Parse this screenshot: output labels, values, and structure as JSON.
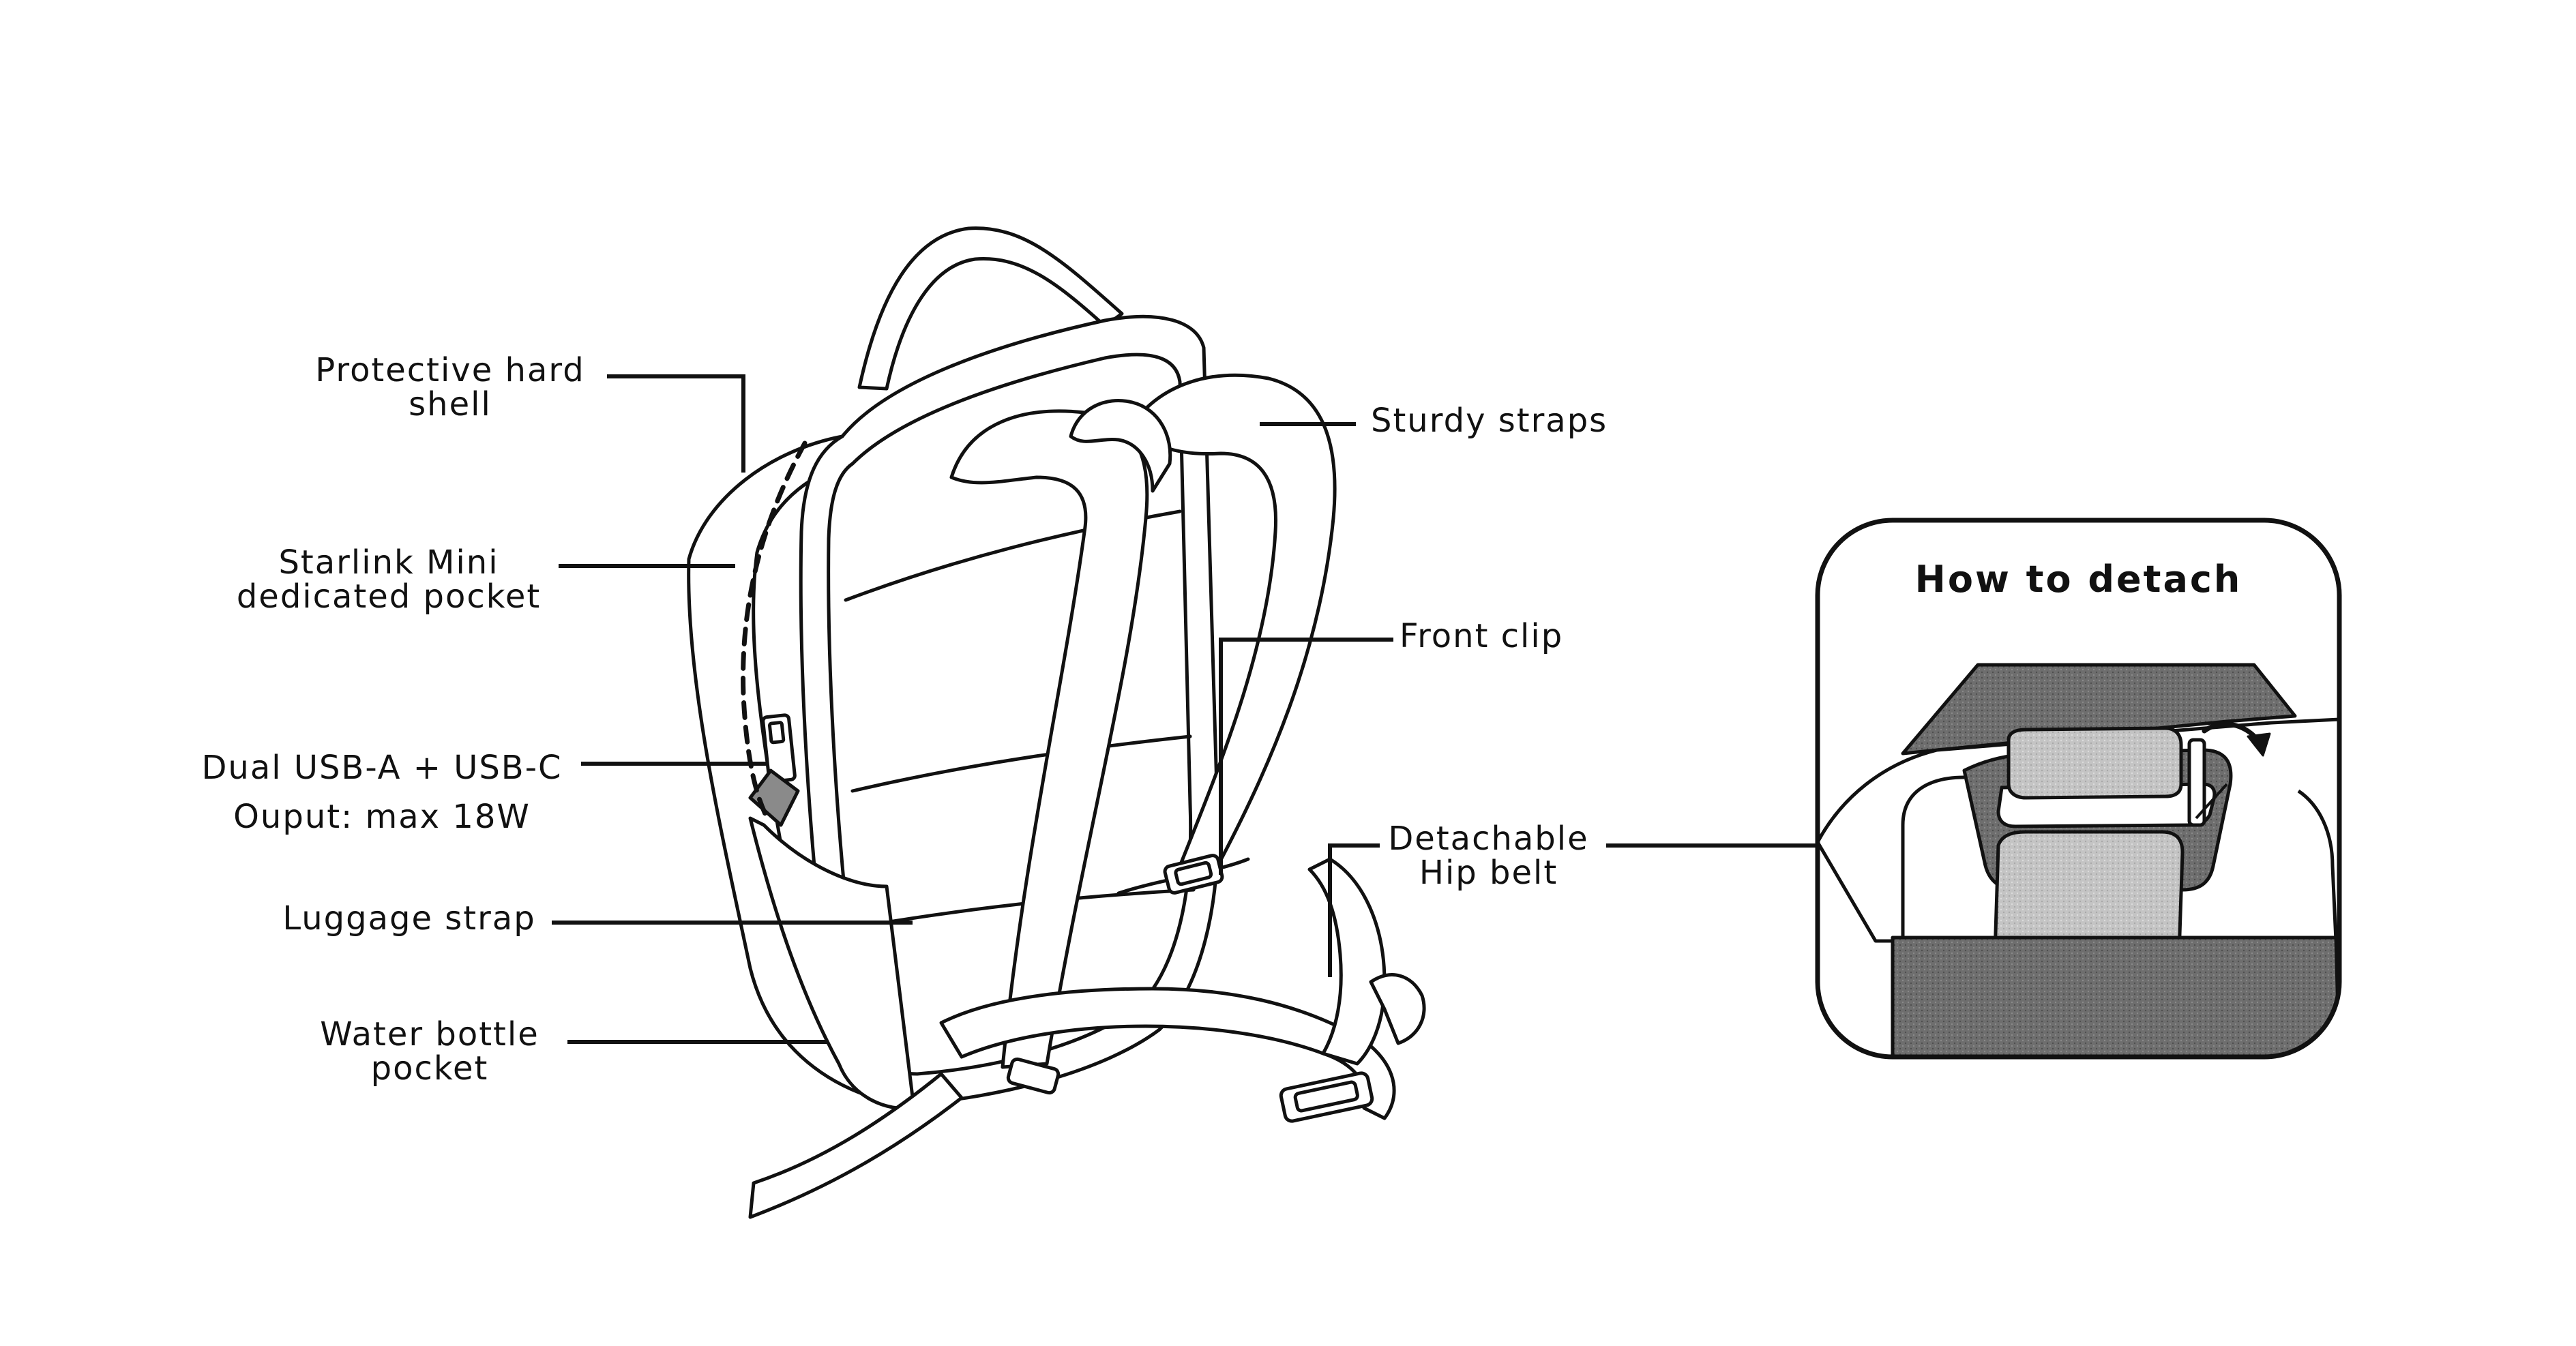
{
  "callouts": {
    "protective_shell": {
      "line1": "Protective hard",
      "line2": "shell"
    },
    "starlink_pocket": {
      "line1": "Starlink Mini",
      "line2": "dedicated pocket"
    },
    "usb_ports": {
      "line1": "Dual USB-A + USB-C",
      "line2": "Ouput: max 18W"
    },
    "luggage_strap": {
      "line1": "Luggage strap"
    },
    "water_bottle_pocket": {
      "line1": "Water bottle",
      "line2": "pocket"
    },
    "sturdy_straps": {
      "line1": "Sturdy straps"
    },
    "front_clip": {
      "line1": "Front clip"
    },
    "hip_belt": {
      "line1": "Detachable",
      "line2": "Hip belt"
    }
  },
  "inset": {
    "title": "How to detach"
  },
  "colors": {
    "ink": "#111111",
    "background": "#ffffff",
    "texture_dark": "#6e6e6e",
    "texture_light": "#c4c4c4"
  }
}
